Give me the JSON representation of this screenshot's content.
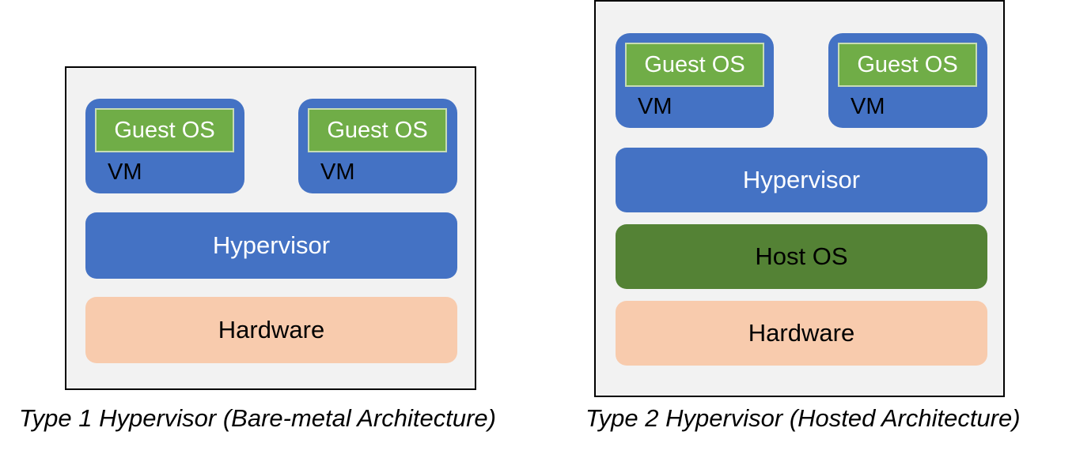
{
  "colors": {
    "frame_fill": "#f2f2f2",
    "frame_border": "#000000",
    "vm_fill": "#4472c4",
    "guest_os_fill": "#70ad47",
    "hypervisor_fill": "#4472c4",
    "host_os_fill": "#548235",
    "hardware_fill": "#f8cbad",
    "light_text": "#ffffff",
    "dark_text": "#000000"
  },
  "type1": {
    "vms": [
      {
        "guest_os": "Guest OS",
        "label": "VM"
      },
      {
        "guest_os": "Guest OS",
        "label": "VM"
      }
    ],
    "hypervisor": "Hypervisor",
    "hardware": "Hardware",
    "caption": "Type 1 Hypervisor (Bare-metal Architecture)"
  },
  "type2": {
    "vms": [
      {
        "guest_os": "Guest OS",
        "label": "VM"
      },
      {
        "guest_os": "Guest OS",
        "label": "VM"
      }
    ],
    "hypervisor": "Hypervisor",
    "host_os": "Host OS",
    "hardware": "Hardware",
    "caption": "Type 2 Hypervisor (Hosted Architecture)"
  }
}
